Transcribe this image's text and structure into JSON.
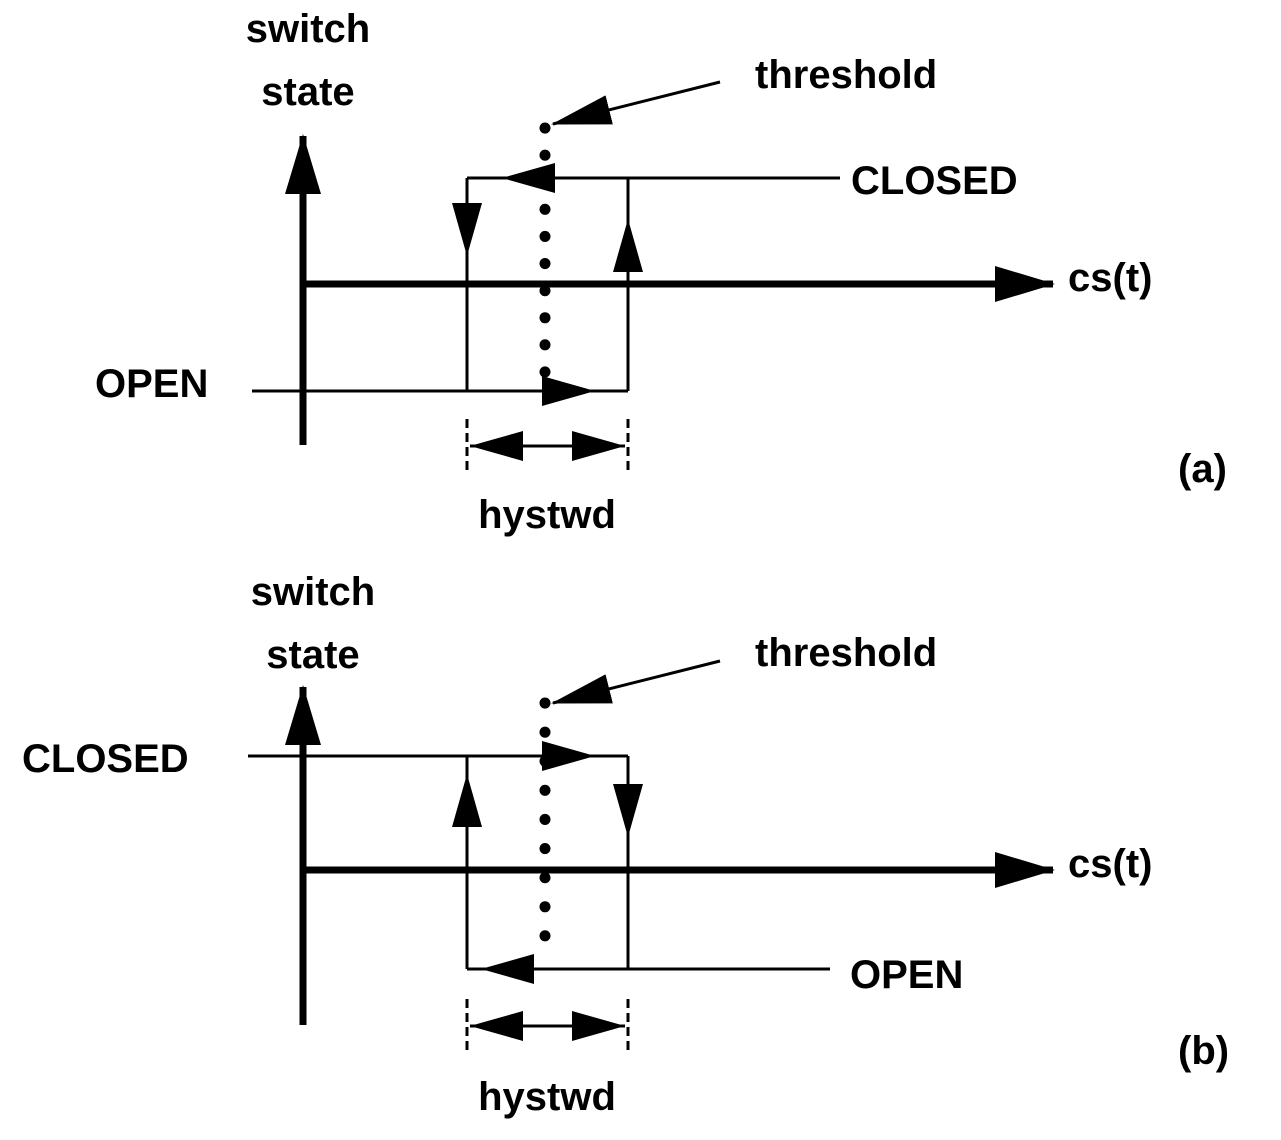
{
  "panel_a": {
    "y_axis_label_line1": "switch",
    "y_axis_label_line2": "state",
    "threshold_label": "threshold",
    "closed_label": "CLOSED",
    "open_label": "OPEN",
    "x_axis_label": "cs(t)",
    "width_label": "hystwd",
    "panel_label": "(a)"
  },
  "panel_b": {
    "y_axis_label_line1": "switch",
    "y_axis_label_line2": "state",
    "threshold_label": "threshold",
    "closed_label": "CLOSED",
    "open_label": "OPEN",
    "x_axis_label": "cs(t)",
    "width_label": "hystwd",
    "panel_label": "(b)"
  }
}
